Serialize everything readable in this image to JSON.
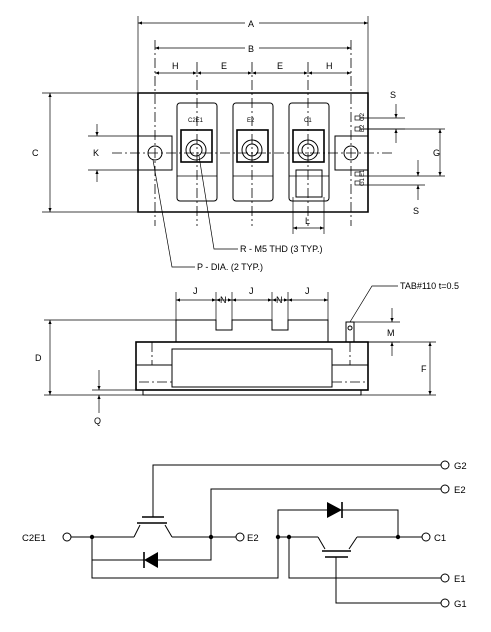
{
  "top_view": {
    "dims": {
      "A": "A",
      "B": "B",
      "C": "C",
      "E1": "E",
      "E2": "E",
      "G": "G",
      "H1": "H",
      "H2": "H",
      "K": "K",
      "L": "L",
      "S1": "S",
      "S2": "S"
    },
    "terminal_labels": {
      "c2e1": "C2E1",
      "e2": "E2",
      "c1": "C1"
    },
    "pin_labels": {
      "g2": "G2",
      "e2": "E2",
      "e1": "E1",
      "g1": "G1"
    },
    "notes": {
      "thread": "R - M5 THD (3 TYP.)",
      "hole": "P - DIA. (2 TYP.)"
    }
  },
  "side_view": {
    "dims": {
      "J1": "J",
      "N1": "N",
      "J2": "J",
      "N2": "N",
      "J3": "J",
      "D": "D",
      "F": "F",
      "M": "M",
      "Q": "Q"
    },
    "tab_note": "TAB#110 t=0.5"
  },
  "circuit": {
    "nodes": {
      "g2": "G2",
      "e2_top": "E2",
      "c2e1": "C2E1",
      "e2_mid": "E2",
      "c1": "C1",
      "e1": "E1",
      "g1": "G1"
    }
  }
}
